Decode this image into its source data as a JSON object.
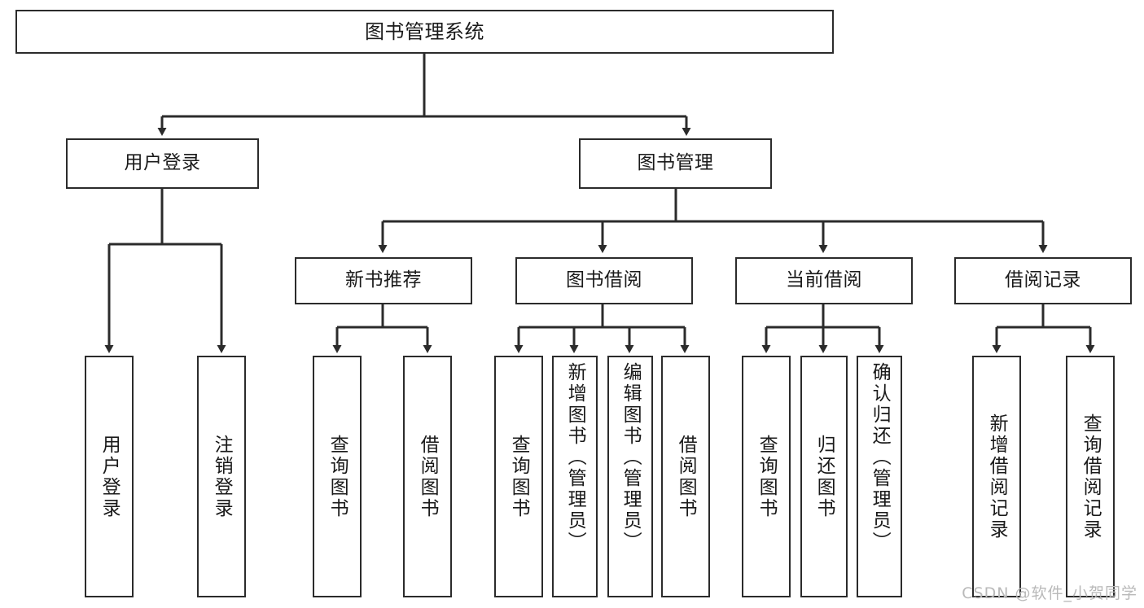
{
  "diagram": {
    "title": "图书管理系统",
    "type": "tree-hierarchy",
    "watermark": "CSDN @软件_小贺同学",
    "colors": {
      "box_border": "#2b2b2b",
      "box_fill": "#ffffff",
      "connector": "#2b2b2b",
      "text": "#1a1a1a",
      "watermark": "#b9b9b9",
      "background": "#ffffff"
    }
  },
  "nodes": {
    "root": {
      "label": "图书管理系统"
    },
    "level2": [
      {
        "label": "用户登录"
      },
      {
        "label": "图书管理"
      }
    ],
    "level3": [
      {
        "label": "新书推荐"
      },
      {
        "label": "图书借阅"
      },
      {
        "label": "当前借阅"
      },
      {
        "label": "借阅记录"
      }
    ],
    "leaves": {
      "user_login": [
        {
          "label": "用户登录"
        },
        {
          "label": "注销登录"
        }
      ],
      "new_book_recommend": [
        {
          "label": "查询图书"
        },
        {
          "label": "借阅图书"
        }
      ],
      "book_borrow": [
        {
          "label": "查询图书"
        },
        {
          "label": "新增图书（管理员）"
        },
        {
          "label": "编辑图书（管理员）"
        },
        {
          "label": "借阅图书"
        }
      ],
      "current_borrow": [
        {
          "label": "查询图书"
        },
        {
          "label": "归还图书"
        },
        {
          "label": "确认归还（管理员）"
        }
      ],
      "borrow_record": [
        {
          "label": "新增借阅记录"
        },
        {
          "label": "查询借阅记录"
        }
      ]
    }
  }
}
